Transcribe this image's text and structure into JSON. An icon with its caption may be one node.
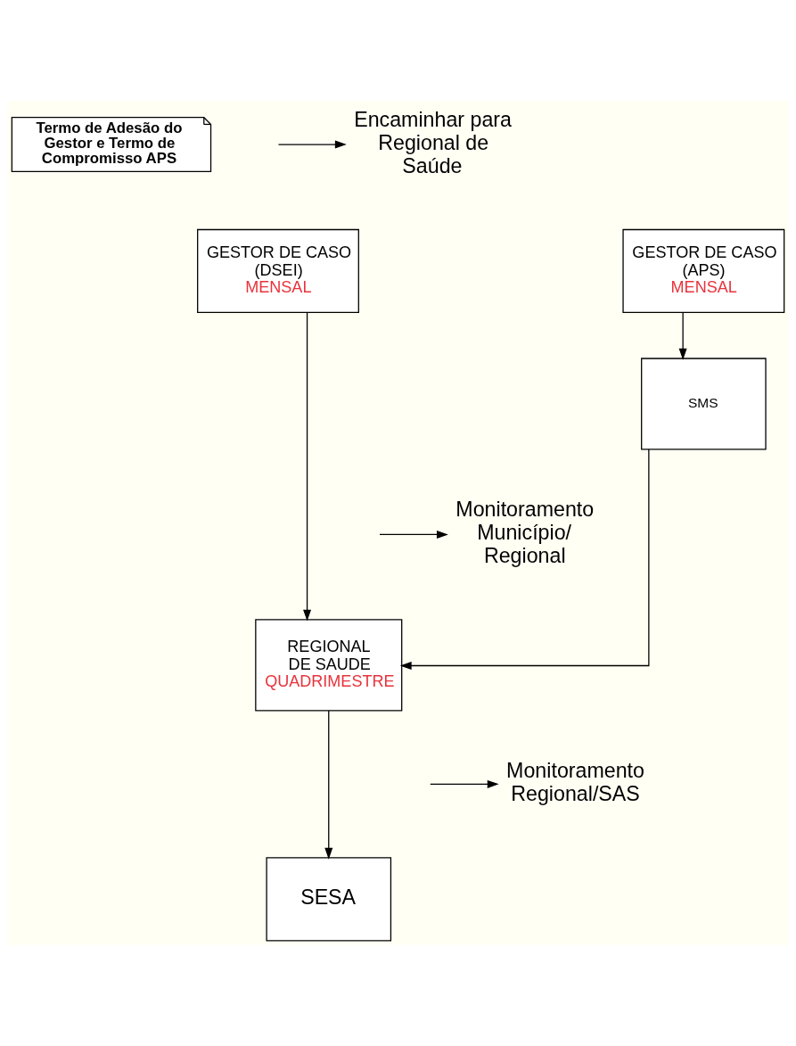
{
  "diagram": {
    "nodes": [
      {
        "text": [
          "Termo de Adesão do Gestor e Termo de Compromisso APS"
        ]
      },
      {
        "text": [
          "Encaminhar para Regional de Saúde"
        ]
      },
      {
        "text": [
          "GESTOR DE CASO (DSEI)",
          "MENSAL"
        ]
      },
      {
        "text": [
          "GESTOR DE CASO (APS)",
          "MENSAL"
        ]
      },
      {
        "text": [
          "SMS"
        ]
      },
      {
        "text": [
          "Monitoramento Município/ Regional"
        ]
      },
      {
        "text": [
          "REGIONAL DE SAUDE",
          "QUADRIMESTRE"
        ]
      },
      {
        "text": [
          "Monitoramento Regional/SAS"
        ]
      },
      {
        "text": [
          "SESA"
        ]
      }
    ],
    "edges": [
      {
        "from": null,
        "to": 1,
        "arrow": "to"
      },
      {
        "from": 3,
        "to": 4,
        "arrow": "to"
      },
      {
        "from": null,
        "to": 5,
        "arrow": "to"
      },
      {
        "from": 4,
        "to": 6,
        "arrow": "to"
      },
      {
        "from": 2,
        "to": 6,
        "arrow": "to"
      },
      {
        "from": null,
        "to": 7,
        "arrow": "to"
      },
      {
        "from": 6,
        "to": 8,
        "arrow": "to"
      }
    ]
  }
}
